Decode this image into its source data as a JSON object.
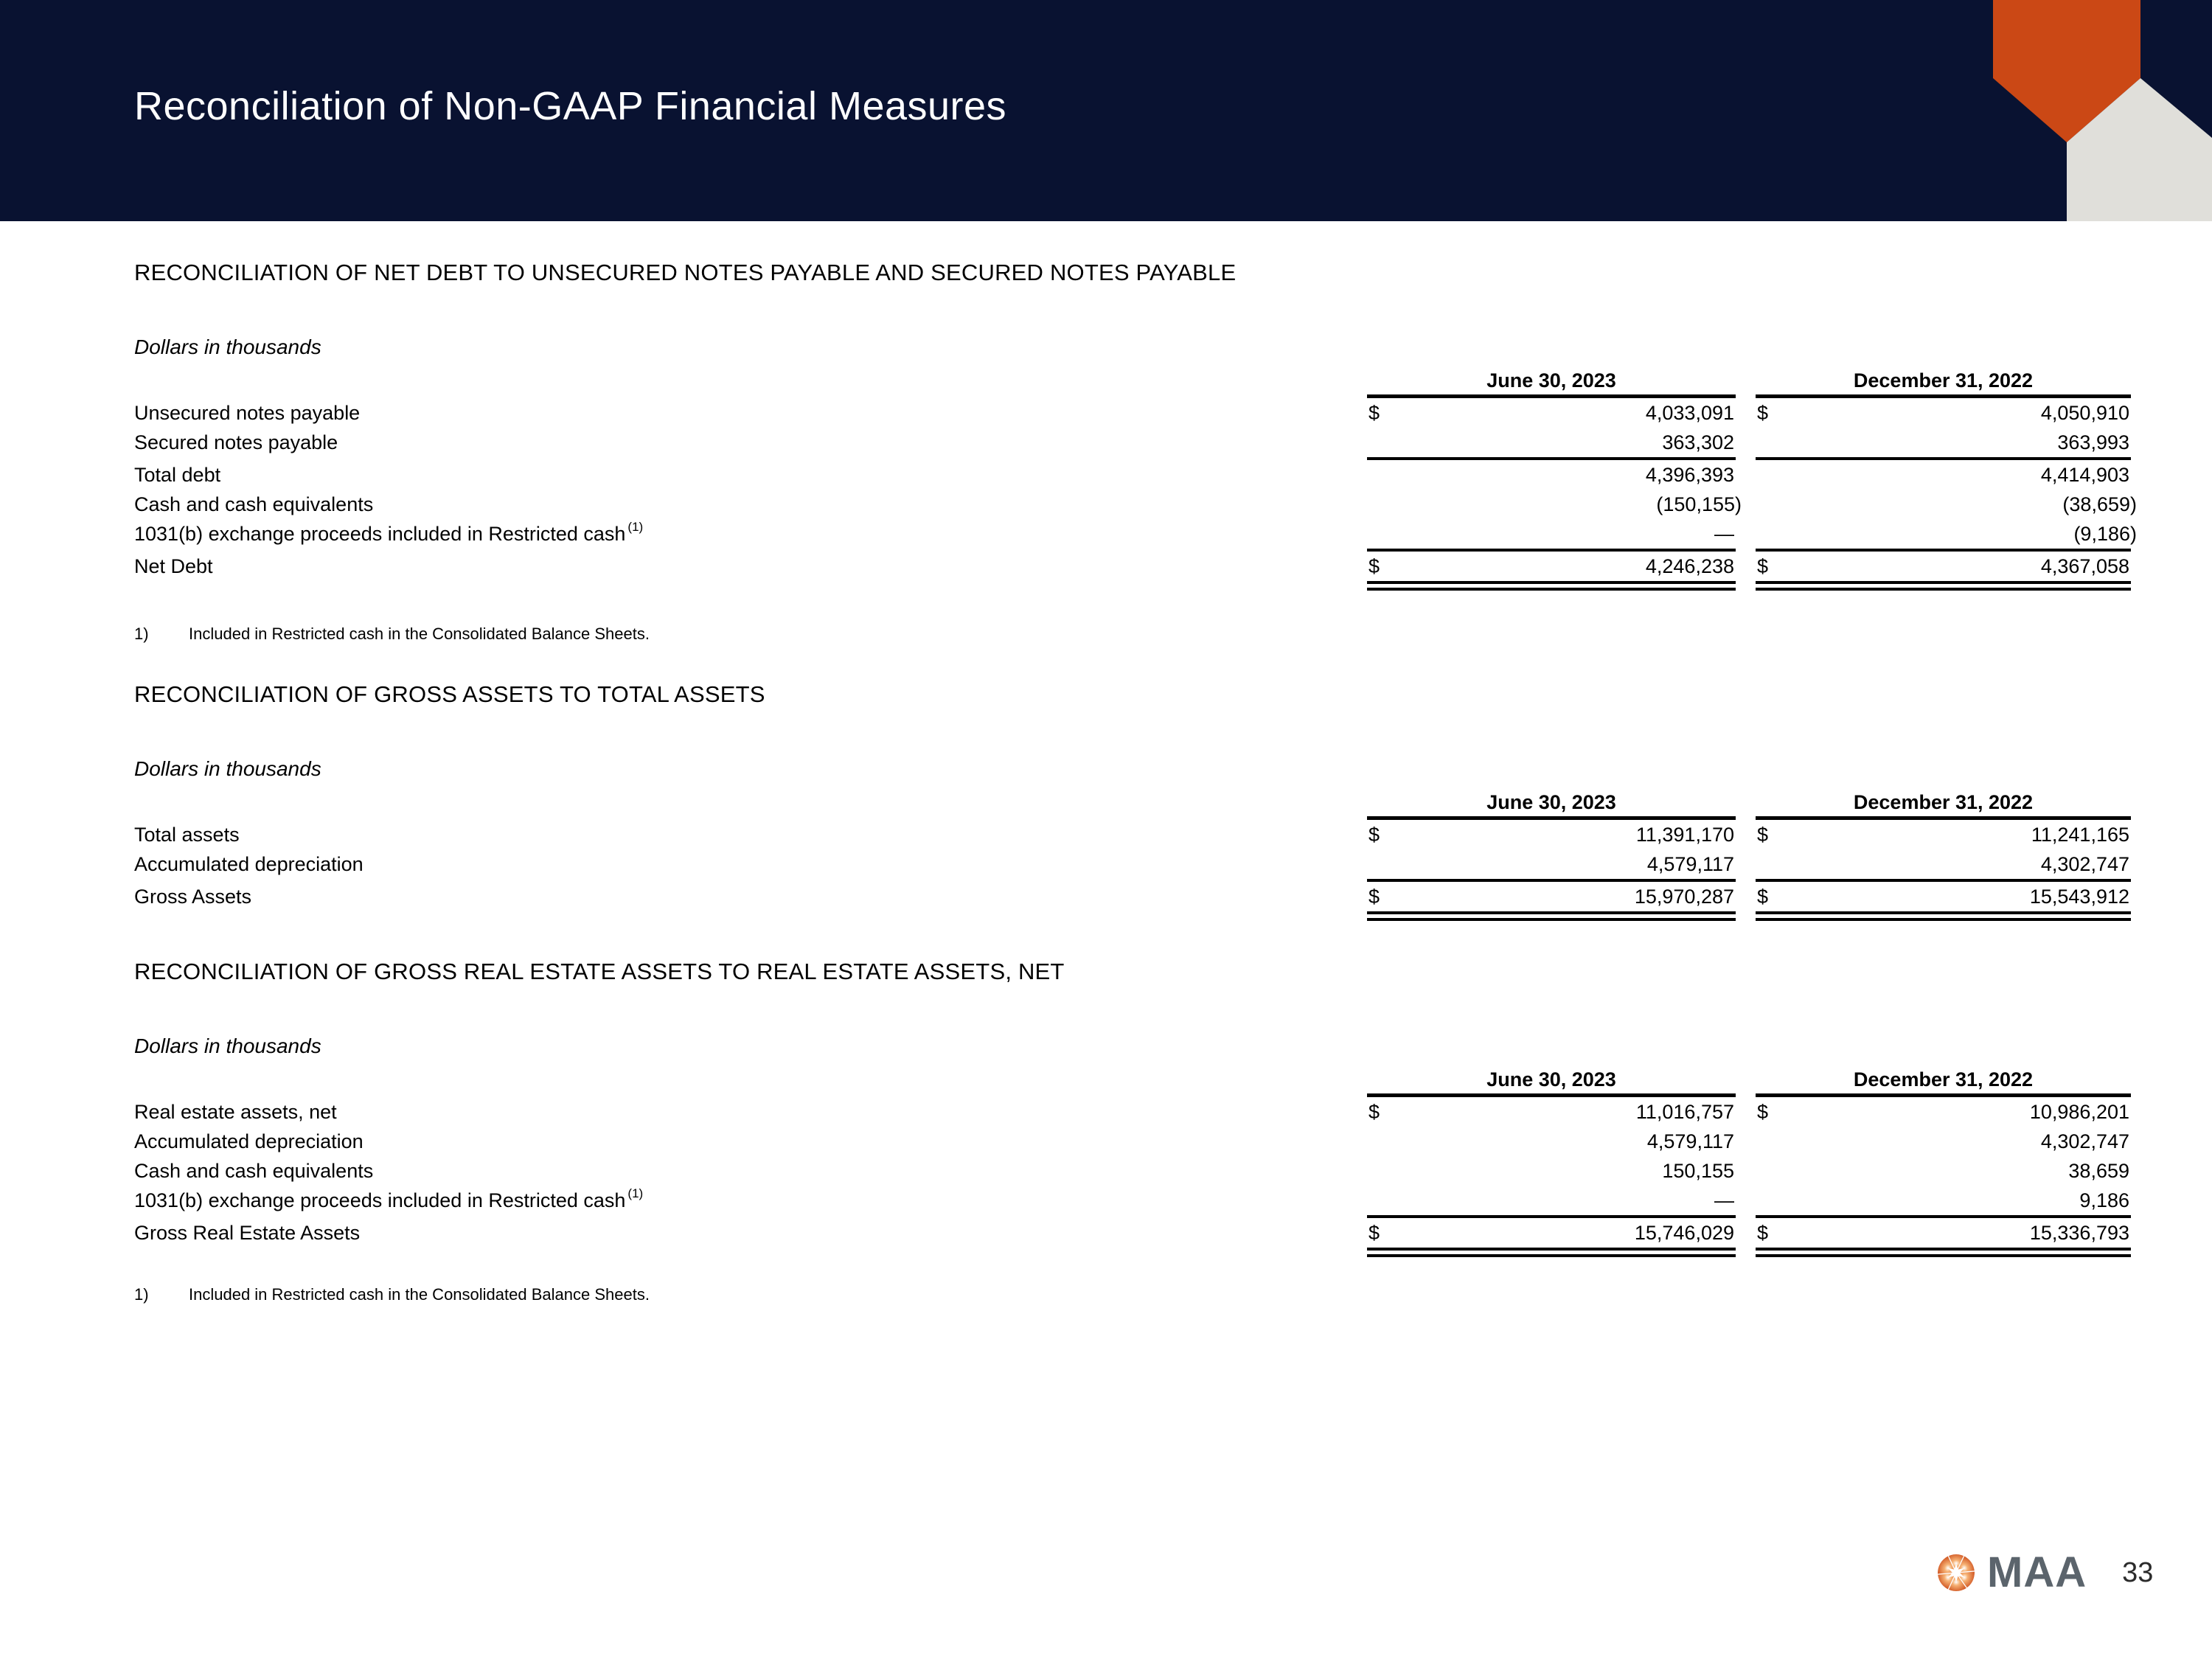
{
  "page": {
    "title": "Reconciliation of Non-GAAP Financial Measures",
    "page_number": "33",
    "logo": {
      "text": "MAA"
    }
  },
  "colors": {
    "banner_navy": "#091231",
    "accent_orange": "#cb4815",
    "accent_gray": "#e0dfda",
    "logo_gray": "#5b646c"
  },
  "sections": [
    {
      "heading": "RECONCILIATION OF NET DEBT TO UNSECURED NOTES PAYABLE AND SECURED NOTES PAYABLE",
      "units_label": "Dollars in thousands",
      "columns": [
        "June 30, 2023",
        "December 31, 2022"
      ],
      "rows": [
        {
          "label": "Unsecured notes payable",
          "d1": "$",
          "v1": "4,033,091",
          "d2": "$",
          "v2": "4,050,910"
        },
        {
          "label": "Secured notes payable",
          "v1": "363,302",
          "v2": "363,993",
          "rule": "single"
        },
        {
          "label": "Total debt",
          "v1": "4,396,393",
          "v2": "4,414,903"
        },
        {
          "label": "Cash and cash equivalents",
          "v1": "(150,155)",
          "v2": "(38,659)"
        },
        {
          "label": "1031(b) exchange proceeds included in Restricted cash",
          "sup": "(1)",
          "v1": "—",
          "v2": "(9,186)",
          "rule": "single"
        },
        {
          "label": "Net Debt",
          "d1": "$",
          "v1": "4,246,238",
          "d2": "$",
          "v2": "4,367,058",
          "rule": "double"
        }
      ],
      "footnote": {
        "marker": "1)",
        "text": "Included in Restricted cash in the Consolidated Balance Sheets."
      }
    },
    {
      "heading": "RECONCILIATION OF GROSS ASSETS TO TOTAL ASSETS",
      "units_label": "Dollars in thousands",
      "columns": [
        "June 30, 2023",
        "December 31, 2022"
      ],
      "rows": [
        {
          "label": "Total assets",
          "d1": "$",
          "v1": "11,391,170",
          "d2": "$",
          "v2": "11,241,165"
        },
        {
          "label": "Accumulated depreciation",
          "v1": "4,579,117",
          "v2": "4,302,747",
          "rule": "single"
        },
        {
          "label": "Gross Assets",
          "d1": "$",
          "v1": "15,970,287",
          "d2": "$",
          "v2": "15,543,912",
          "rule": "double"
        }
      ],
      "footnote": null
    },
    {
      "heading": "RECONCILIATION OF GROSS REAL ESTATE ASSETS TO REAL ESTATE ASSETS, NET",
      "units_label": "Dollars in thousands",
      "columns": [
        "June 30, 2023",
        "December 31, 2022"
      ],
      "rows": [
        {
          "label": "Real estate assets, net",
          "d1": "$",
          "v1": "11,016,757",
          "d2": "$",
          "v2": "10,986,201"
        },
        {
          "label": "Accumulated depreciation",
          "v1": "4,579,117",
          "v2": "4,302,747"
        },
        {
          "label": "Cash and cash equivalents",
          "v1": "150,155",
          "v2": "38,659"
        },
        {
          "label": "1031(b) exchange proceeds included in Restricted cash",
          "sup": "(1)",
          "v1": "—",
          "v2": "9,186",
          "rule": "single"
        },
        {
          "label": "Gross Real Estate Assets",
          "d1": "$",
          "v1": "15,746,029",
          "d2": "$",
          "v2": "15,336,793",
          "rule": "double"
        }
      ],
      "footnote": {
        "marker": "1)",
        "text": "Included in Restricted cash in the Consolidated Balance Sheets."
      }
    }
  ]
}
